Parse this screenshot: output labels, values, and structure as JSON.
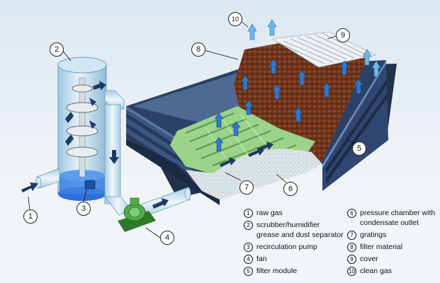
{
  "callouts": {
    "c1": "1",
    "c2": "2",
    "c3": "3",
    "c4": "4",
    "c5": "5",
    "c6": "6",
    "c7": "7",
    "c8": "8",
    "c9": "9",
    "c10": "10"
  },
  "legend_left": [
    {
      "num": "1",
      "label": "raw gas"
    },
    {
      "num": "2",
      "label": "scrubber/humidifier\ngrease and dust separator"
    },
    {
      "num": "3",
      "label": "recirculation pump"
    },
    {
      "num": "4",
      "label": "fan"
    },
    {
      "num": "5",
      "label": "filter module"
    }
  ],
  "legend_right": [
    {
      "num": "6",
      "label": "pressure chamber with\ncondensate outlet"
    },
    {
      "num": "7",
      "label": "gratings"
    },
    {
      "num": "8",
      "label": "filter material"
    },
    {
      "num": "9",
      "label": "cover"
    },
    {
      "num": "10",
      "label": "clean gas"
    }
  ],
  "colors": {
    "box_dark": "#2b3f5e",
    "box_mid": "#3f5b86",
    "grating": "#8fcf7a",
    "filter_material": "#7a3b1e",
    "pressure_chamber": "#dfe6ea",
    "pipe": "#cfe6f2",
    "water": "#2e6fd6",
    "fan": "#3f9a3a",
    "arrow_blue": "#2f78d0",
    "arrow_dark": "#1f3a63"
  }
}
